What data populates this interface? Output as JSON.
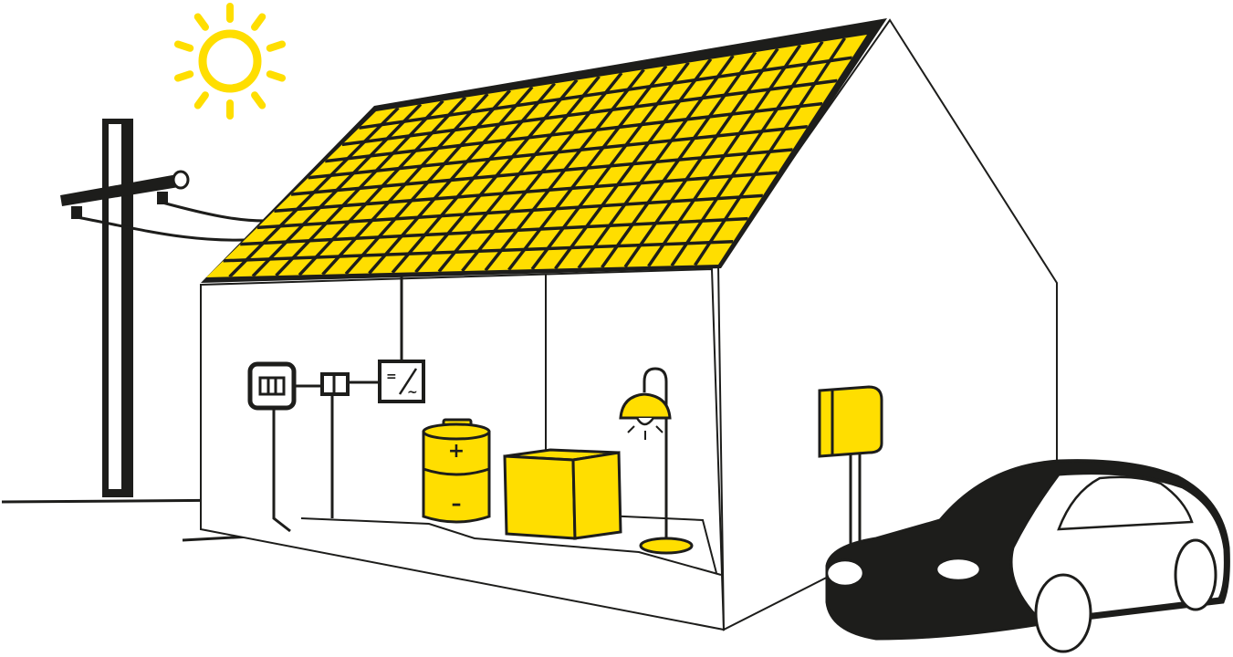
{
  "colors": {
    "accent": "#FFDE00",
    "ink": "#1d1d1b",
    "background": "#ffffff"
  },
  "icons": [
    "sun-icon",
    "utility-pole",
    "solar-roof-panels",
    "electricity-meter",
    "junction-box",
    "inverter-icon",
    "battery-icon",
    "storage-unit",
    "floor-lamp-icon",
    "ev-charger",
    "electric-car"
  ],
  "battery": {
    "plus_symbol": "+",
    "minus_symbol": "–"
  },
  "inverter": {
    "dc_symbol": "=",
    "ac_symbol": "~"
  }
}
